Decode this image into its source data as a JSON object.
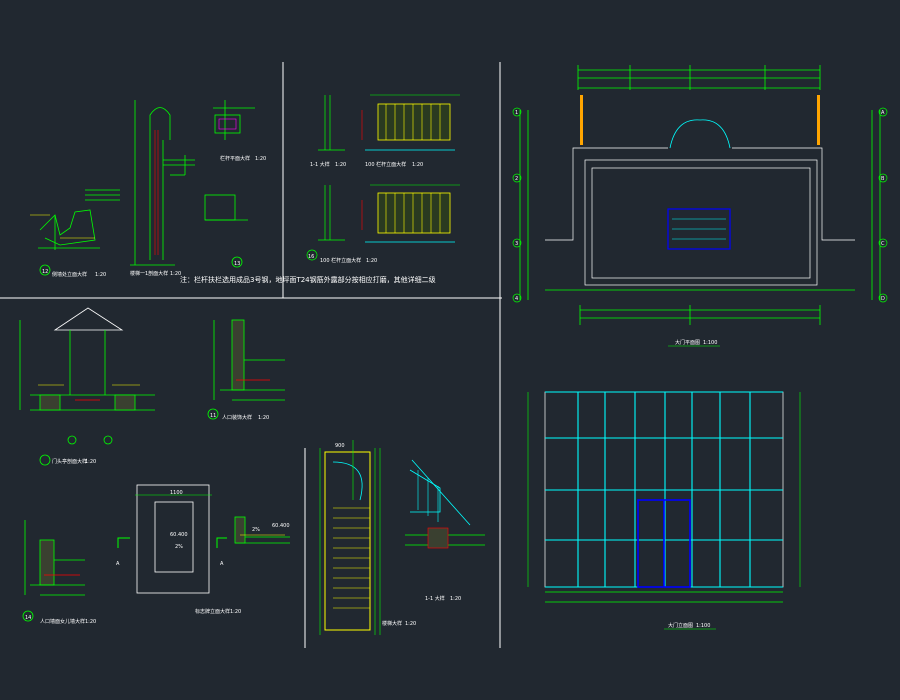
{
  "drawing": {
    "colors": {
      "background": "#212830",
      "line": "#00ff00",
      "frame": "#ffffff",
      "accent": "#ffff00",
      "blue": "#0000ff",
      "cyan": "#00ffff",
      "red": "#ff0000",
      "magenta": "#ff00ff",
      "orange": "#ffa500"
    },
    "note": "注：栏杆扶栏选用成品3号钢，地坪面T24钢筋外露部分按相应打磨，其他详细二级",
    "detail_numbers": [
      "12",
      "13",
      "16",
      "11",
      "14"
    ],
    "dimension_labels": [
      "60.400",
      "2%",
      "60.400",
      "2%",
      "1100",
      "900"
    ],
    "grid_labels": [
      "1",
      "2",
      "3",
      "4",
      "A",
      "B",
      "C",
      "D",
      "A",
      "A"
    ],
    "view_titles": [
      "侧墙处立面大样",
      "楼梯一1剖面大样",
      "栏杆平面大样",
      "1-1 大样",
      "100 栏杆立面大样",
      "100 栏杆立面大样",
      "大门平面图",
      "门头亭剖面大样",
      "人口装饰大样",
      "人口墙面女儿墙大样",
      "标志牌立面大样",
      "楼梯大样",
      "1-1 大样",
      "大门立面图"
    ],
    "scales": [
      "1:20",
      "1:20",
      "1:20",
      "1:20",
      "1:20",
      "1:20",
      "1:100",
      "1:20",
      "1:20",
      "1:20",
      "1:20",
      "1:20",
      "1:20",
      "1:100"
    ]
  }
}
